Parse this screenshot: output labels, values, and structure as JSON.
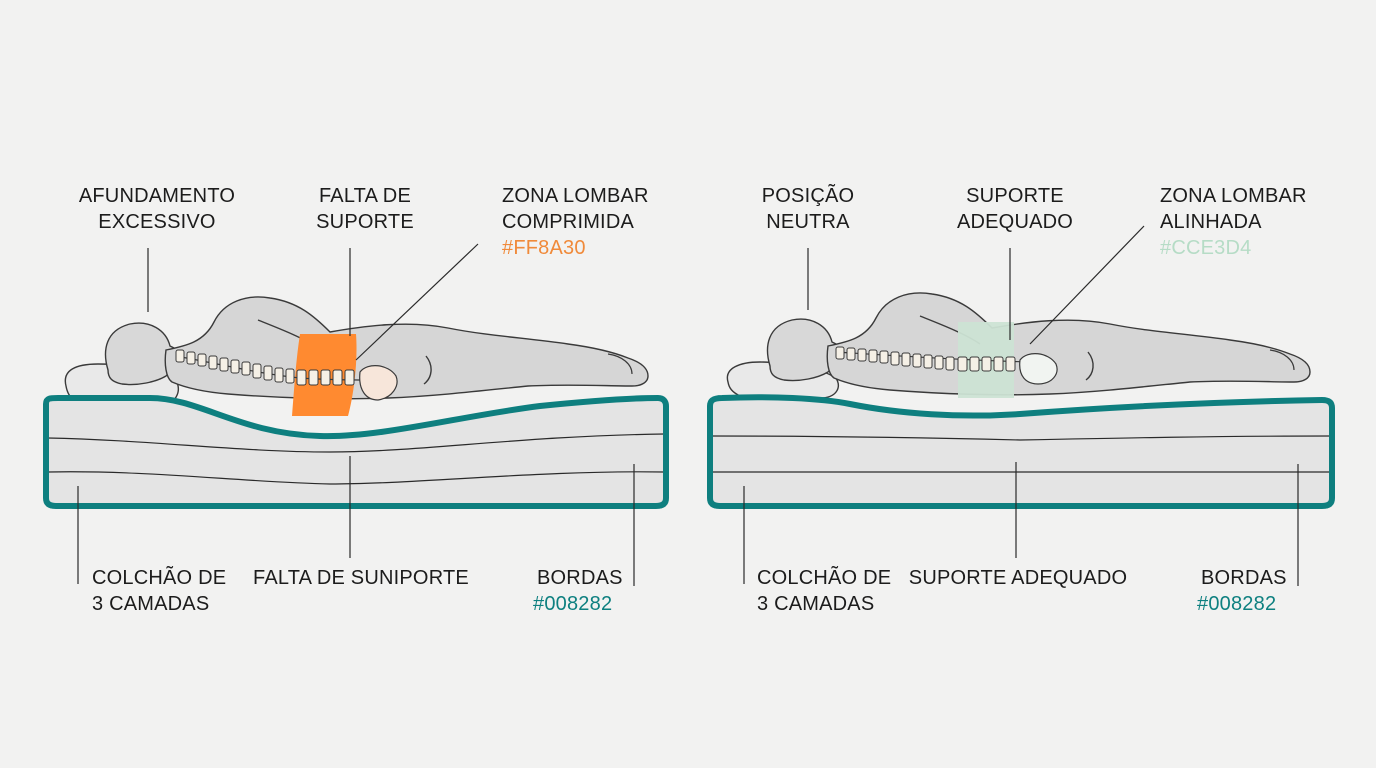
{
  "left_panel": {
    "afundamento": [
      "AFUNDAMENTO",
      "EXCESSIVO"
    ],
    "falta_de_suporte_top": [
      "FALTA DE",
      "SUPORTE"
    ],
    "zona_lombar": [
      "ZONA LOMBAR",
      "COMPRIMIDA"
    ],
    "zona_lombar_hex": "#FF8A30",
    "colchao": [
      "COLCHÃO DE",
      "3 CAMADAS"
    ],
    "falta_de_suporte_bottom": "FALTA DE SUNIPORTE",
    "bordas": "BORDAS",
    "bordas_hex": "#008282"
  },
  "right_panel": {
    "posicao": [
      "POSIÇÃO",
      "NEUTRA"
    ],
    "suporte_top": [
      "SUPORTE",
      "ADEQUADO"
    ],
    "zona_lombar": [
      "ZONA LOMBAR",
      "ALINHADA"
    ],
    "zona_lombar_hex": "#CCE3D4",
    "colchao": [
      "COLCHÃO DE",
      "3 CAMADAS"
    ],
    "suporte_bottom": "SUPORTE ADEQUADO",
    "bordas": "BORDAS",
    "bordas_hex": "#008282"
  },
  "colors": {
    "teal": "#008282",
    "orange": "#FF8A30",
    "mint": "#CCE3D4",
    "body": "#d6d6d6",
    "mattress": "#e3e3e3"
  }
}
